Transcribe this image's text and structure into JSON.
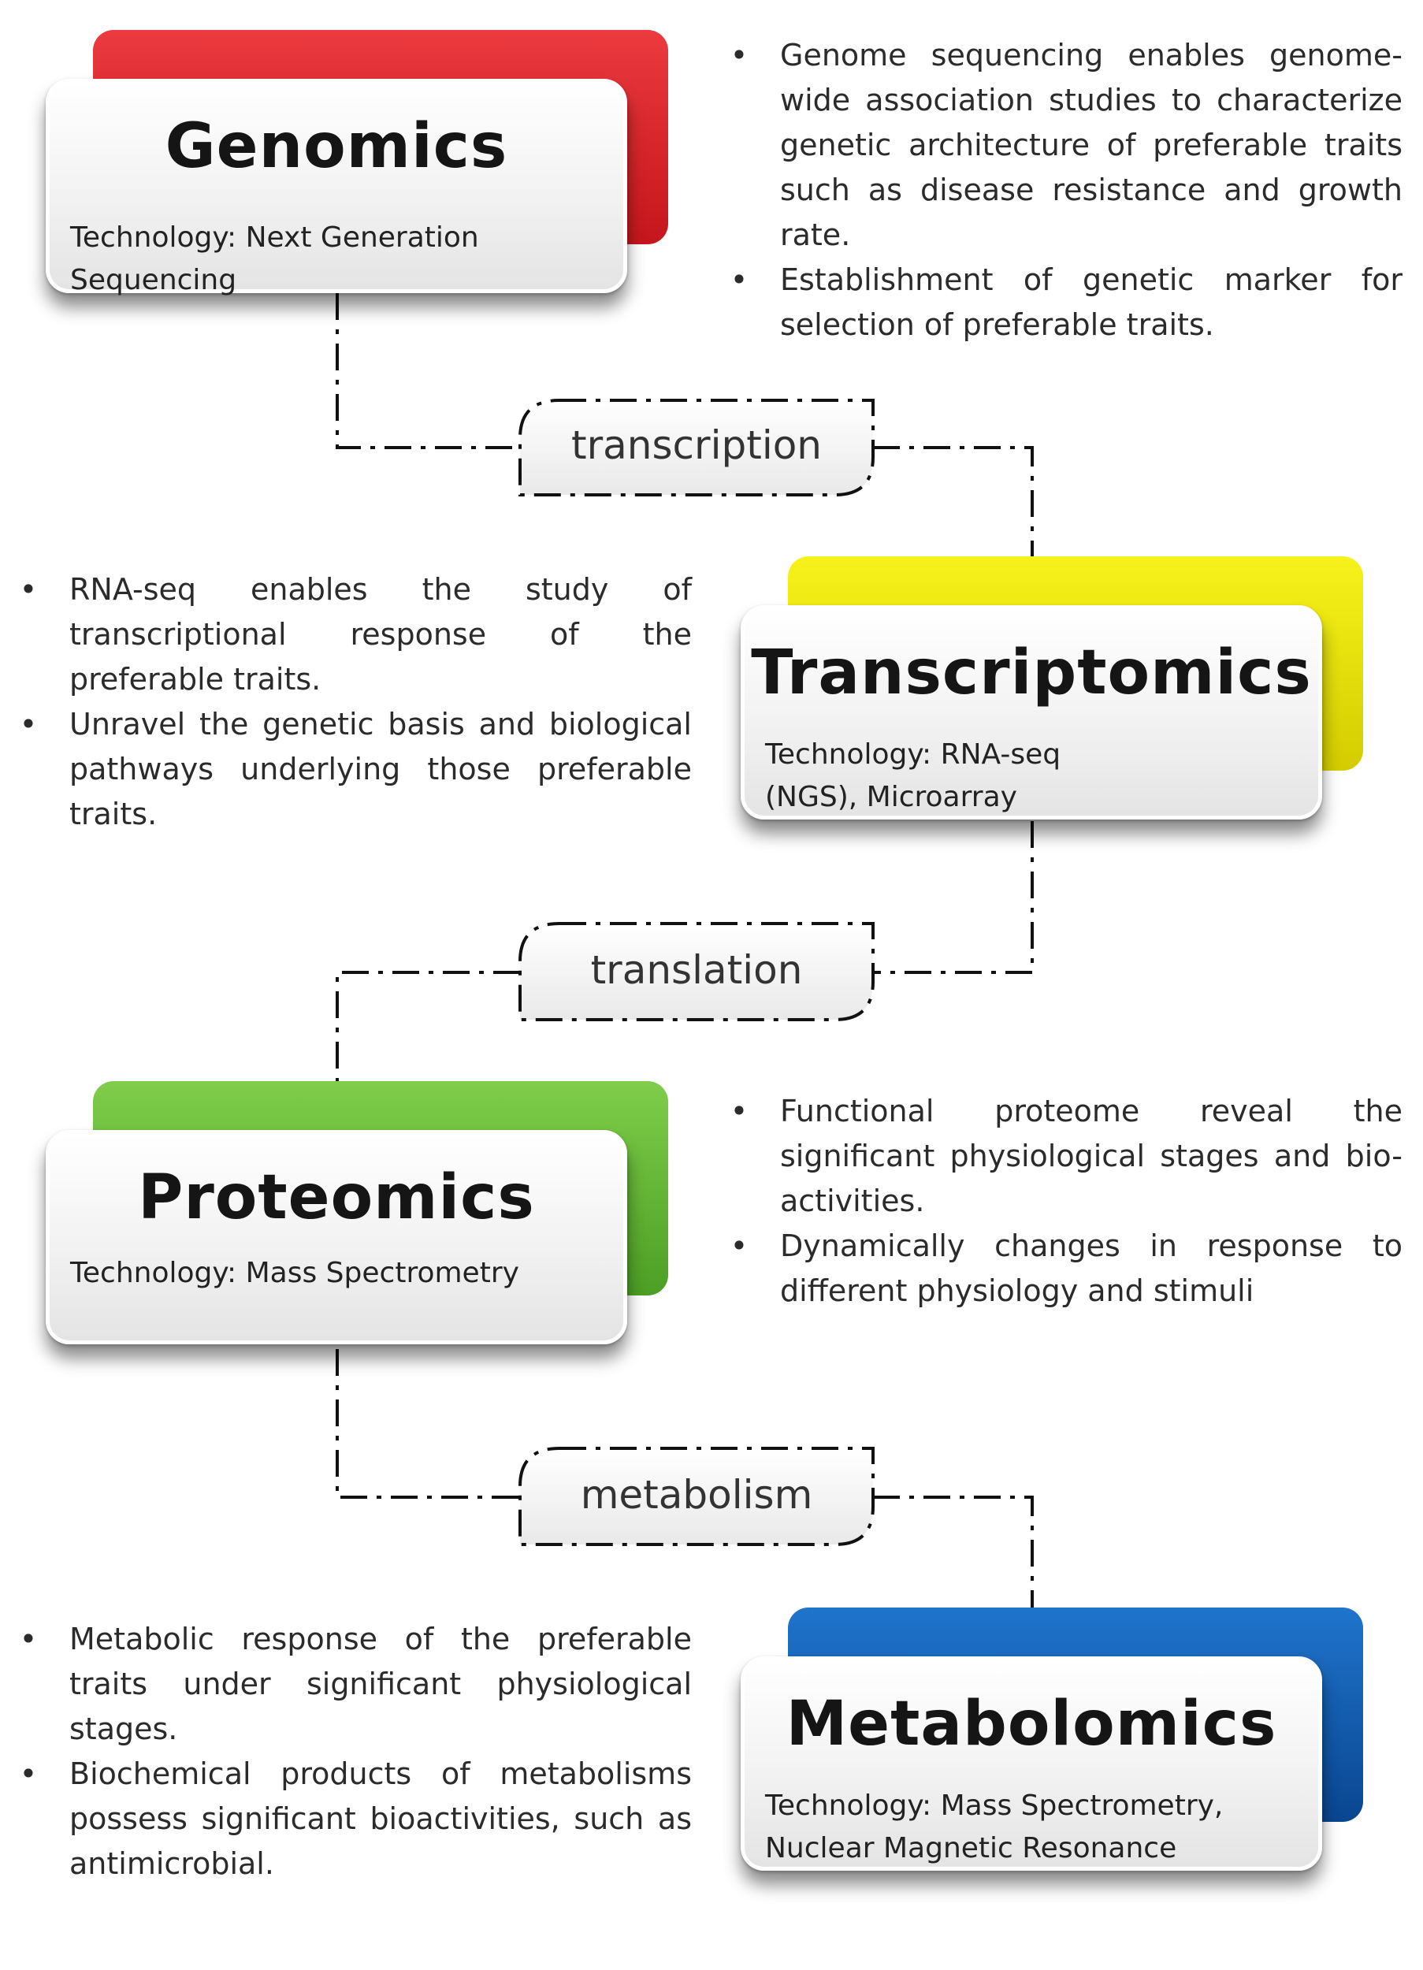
{
  "stages": [
    {
      "id": "genomics",
      "title": "Genomics",
      "tech": "Technology: Next Generation Sequencing",
      "back_color": "#e0262c",
      "back_color_dark": "#b5141a",
      "bullets": [
        "Genome sequencing enables genome-wide association studies to characterize genetic architecture of preferable traits such as disease resistance and growth rate.",
        "Establishment of genetic marker for selection of preferable traits."
      ]
    },
    {
      "id": "transcriptomics",
      "title": "Transcriptomics",
      "tech": "Technology: RNA-seq (NGS), Microarray",
      "back_color": "#f2ec00",
      "back_color_dark": "#cfc600",
      "bullets": [
        "RNA-seq enables the study of transcriptional response of the preferable traits.",
        "Unravel the genetic basis and biological pathways underlying those preferable traits."
      ]
    },
    {
      "id": "proteomics",
      "title": "Proteomics",
      "tech": "Technology: Mass Spectrometry",
      "back_color": "#6cbd3a",
      "back_color_dark": "#4a9a22",
      "bullets": [
        "Functional proteome reveal the significant physiological stages and bio-activities.",
        "Dynamically changes in response to different physiology and stimuli"
      ]
    },
    {
      "id": "metabolomics",
      "title": "Metabolomics",
      "tech": "Technology: Mass Spectrometry, Nuclear Magnetic Resonance",
      "back_color": "#1463b8",
      "back_color_dark": "#0a4690",
      "bullets": [
        "Metabolic response of the preferable traits under significant physiological stages.",
        "Biochemical products of metabolisms possess significant bioactivities, such as antimicrobial."
      ]
    }
  ],
  "processes": [
    {
      "id": "transcription",
      "label": "transcription"
    },
    {
      "id": "translation",
      "label": "translation"
    },
    {
      "id": "metabolism",
      "label": "metabolism"
    }
  ],
  "bullet_symbol": "•"
}
